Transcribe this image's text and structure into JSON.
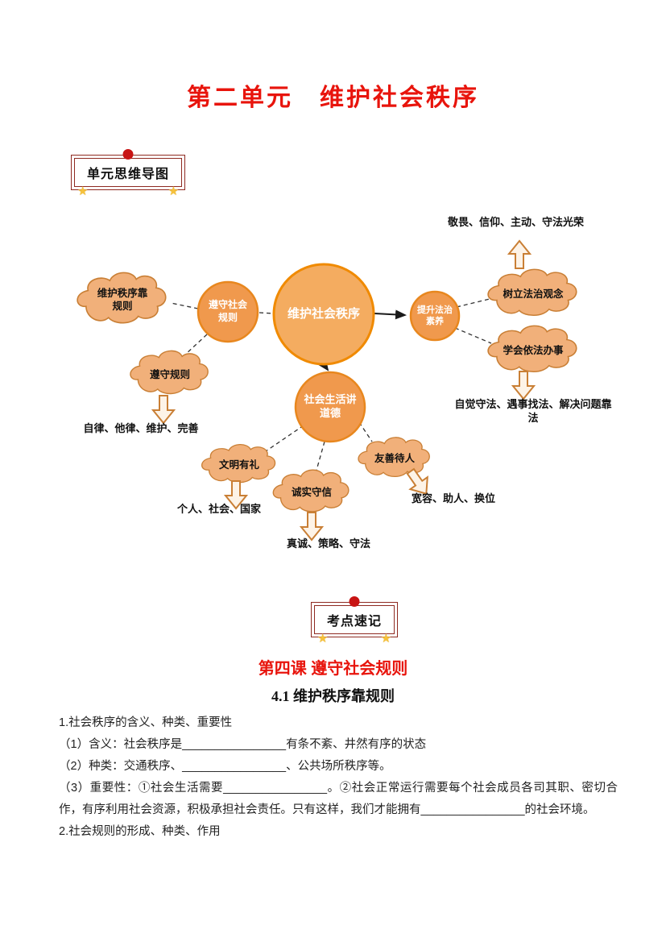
{
  "page": {
    "title": "第二单元　维护社会秩序"
  },
  "colors": {
    "accent_red": "#e8140c",
    "node_orange": "#f0994d",
    "cloud_tan": "#f1b07a",
    "star_gold": "#f6c23c",
    "badge_border": "#8f2a21"
  },
  "icons": {
    "badge_dot": "red-dot-icon",
    "badge_star": "star-icon"
  },
  "badges": {
    "mindmap": "单元思维导图",
    "keypoints": "考点速记"
  },
  "mindmap": {
    "center": "维护社会秩序",
    "nodes": {
      "rules": "遵守社会\n规则",
      "law": "提升法治\n素养",
      "morality": "社会生活讲\n道德"
    },
    "clouds": {
      "order_rules": "维护秩序靠\n规则",
      "obey_rules": "遵守规则",
      "law_concept": "树立法治观念",
      "law_practice": "学会依法办事",
      "politeness": "文明有礼",
      "honesty": "诚实守信",
      "kindness": "友善待人"
    },
    "labels": {
      "law_top": "敬畏、信仰、主动、守法光荣",
      "rules_bottom": "自律、他律、维护、完善",
      "law_bottom": "自觉守法、遇事找法、解决问题靠\n法",
      "politeness_bottom": "个人、社会、国家",
      "honesty_bottom": "真诚、策略、守法",
      "kindness_bottom": "宽容、助人、换位"
    }
  },
  "section": {
    "lesson_title": "第四课 遵守社会规则",
    "subsection_title": "4.1 维护秩序靠规则"
  },
  "content": {
    "line1": "1.社会秩序的含义、种类、重要性",
    "line2": "（1）含义：社会秩序是________________有条不紊、井然有序的状态",
    "line3": "（2）种类：交通秩序、________________、公共场所秩序等。",
    "line4": "（3）重要性：①社会生活需要________________。②社会正常运行需要每个社会成员各司其职、密切合作，有序利用社会资源，积极承担社会责任。只有这样，我们才能拥有________________的社会环境。",
    "line5": "2.社会规则的形成、种类、作用"
  }
}
